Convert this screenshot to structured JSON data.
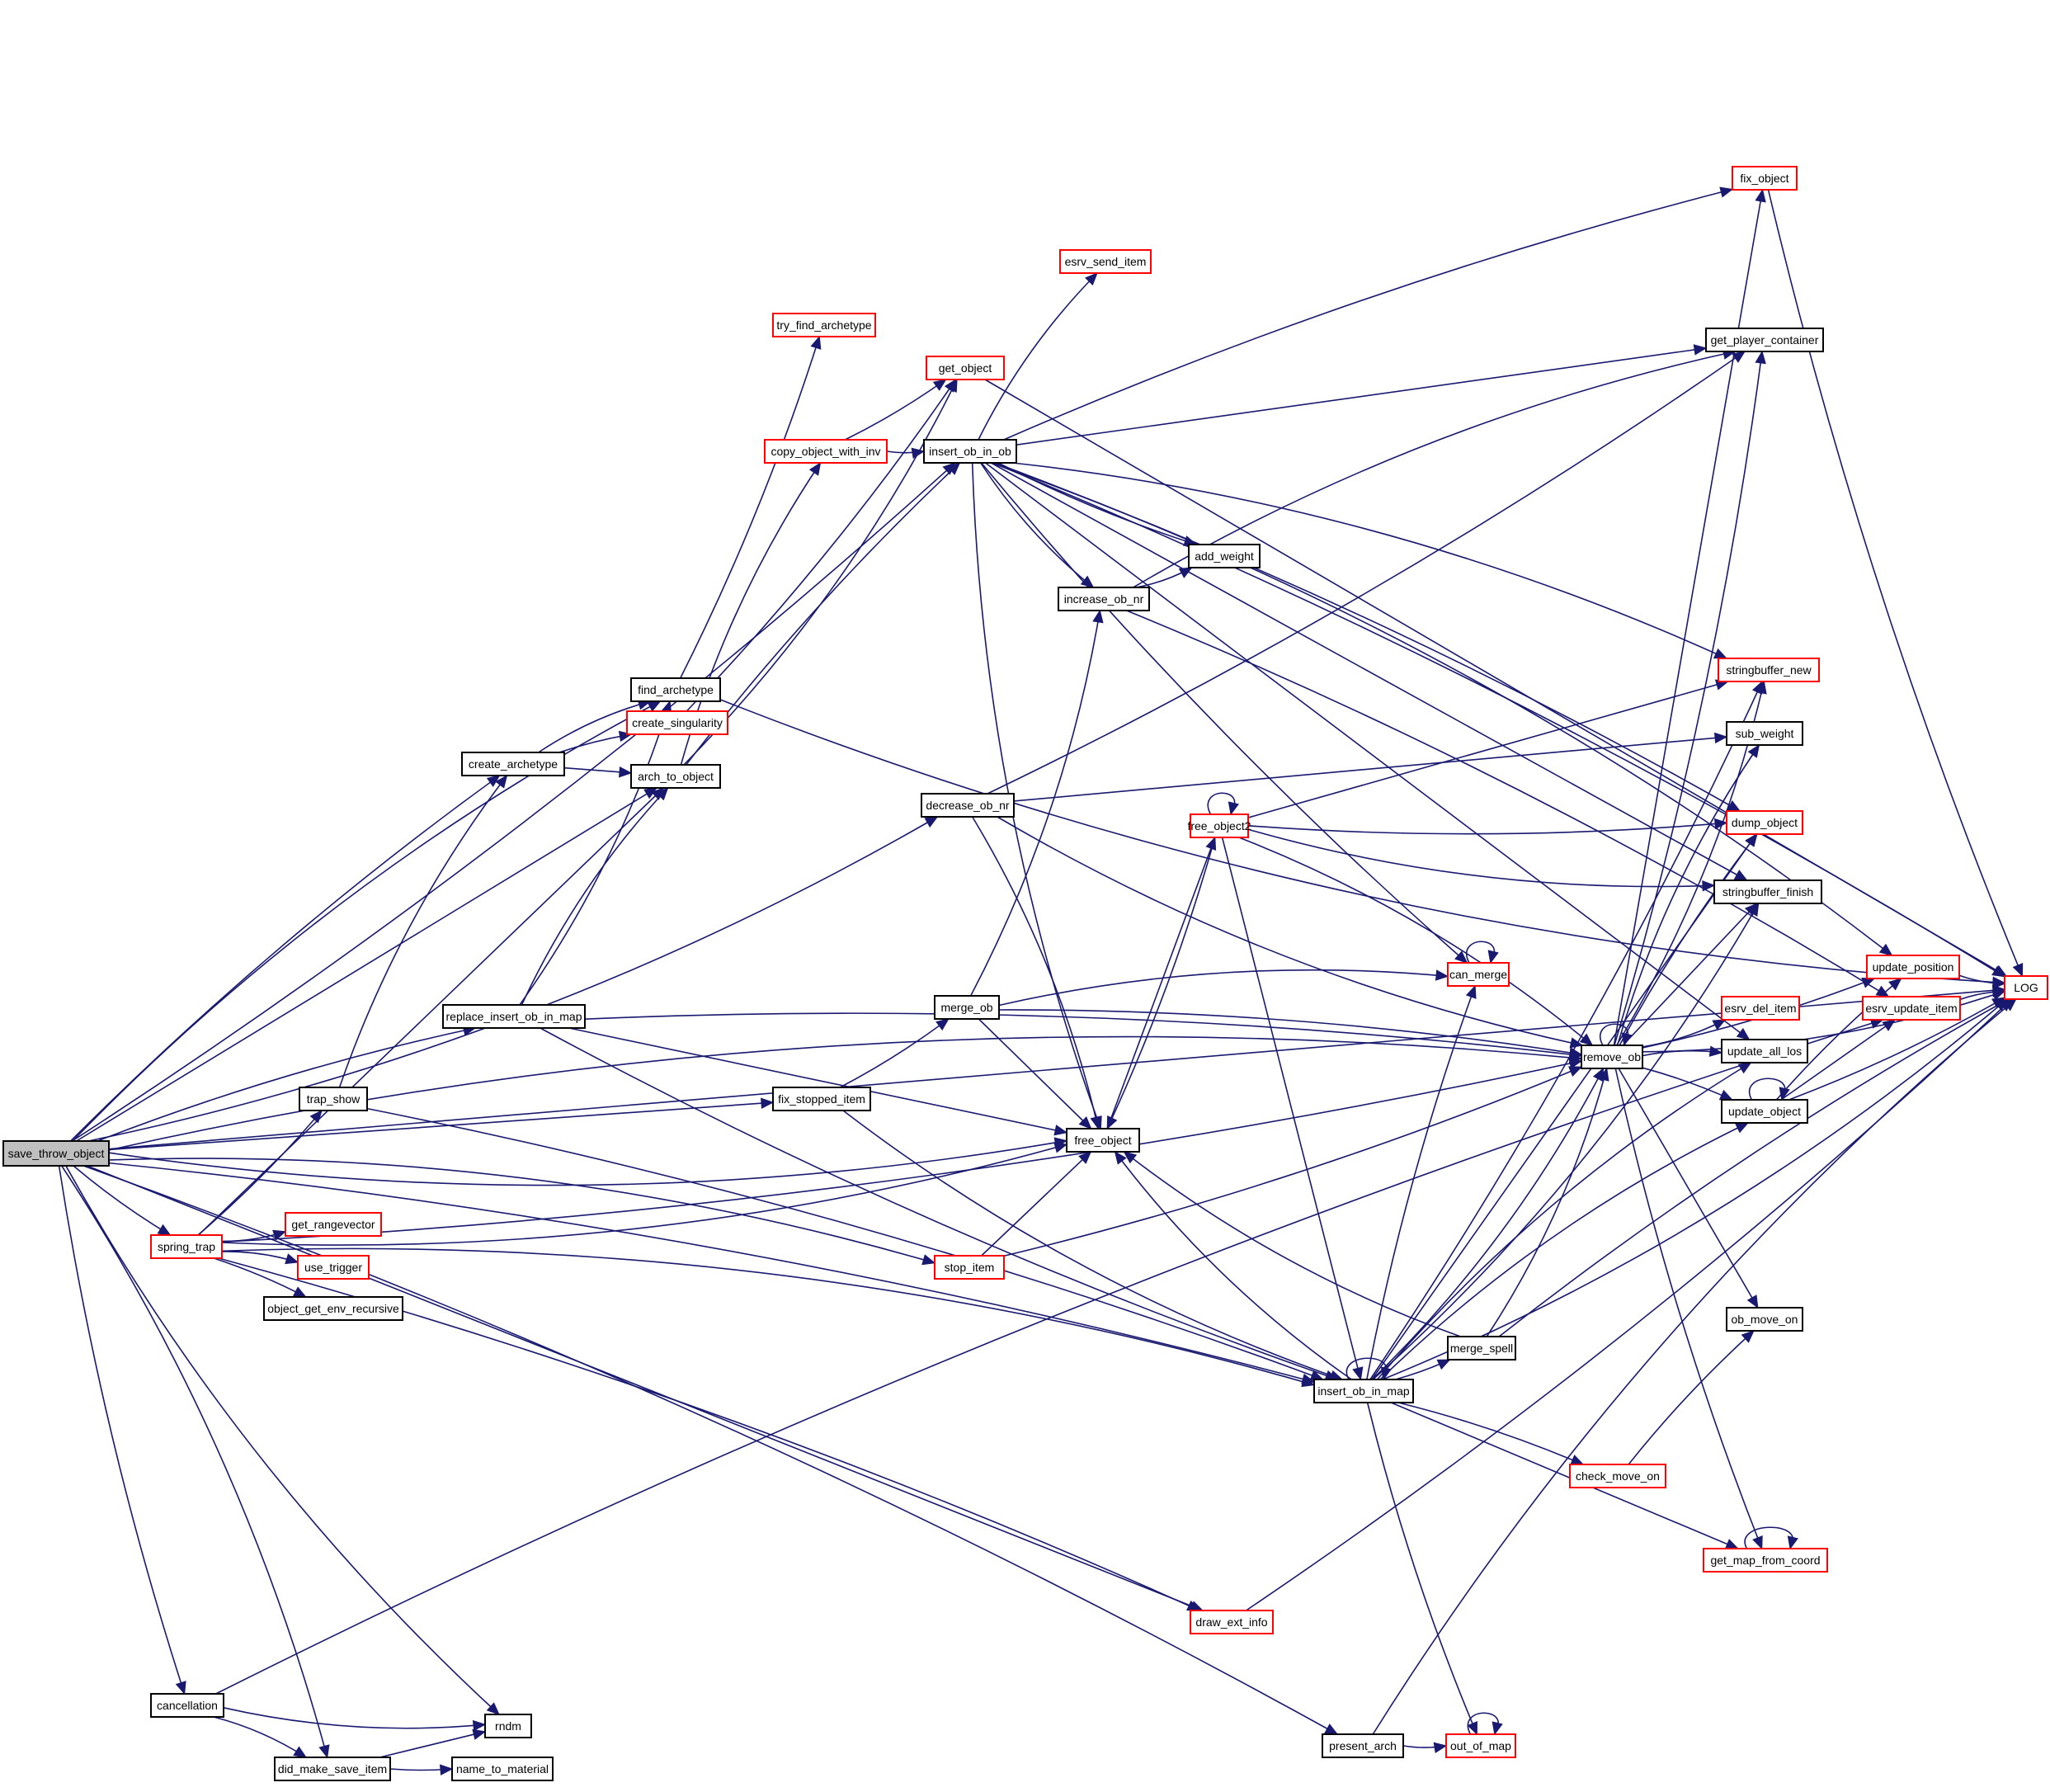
{
  "title": "save_throw_object call graph",
  "colors": {
    "edge": "#191970",
    "root_fill": "#bfbfbf",
    "truncated_border": "#ff0000",
    "normal_border": "#000000"
  },
  "nodes": [
    {
      "id": "save_throw_object",
      "label": "save_throw_object",
      "kind": "root"
    },
    {
      "id": "find_archetype",
      "label": "find_archetype",
      "kind": "normal"
    },
    {
      "id": "create_archetype",
      "label": "create_archetype",
      "kind": "normal"
    },
    {
      "id": "create_singularity",
      "label": "create_singularity",
      "kind": "truncated"
    },
    {
      "id": "arch_to_object",
      "label": "arch_to_object",
      "kind": "normal"
    },
    {
      "id": "try_find_archetype",
      "label": "try_find_archetype",
      "kind": "truncated"
    },
    {
      "id": "get_object",
      "label": "get_object",
      "kind": "truncated"
    },
    {
      "id": "copy_object_with_inv",
      "label": "copy_object_with_inv",
      "kind": "truncated"
    },
    {
      "id": "insert_ob_in_ob",
      "label": "insert_ob_in_ob",
      "kind": "normal"
    },
    {
      "id": "esrv_send_item",
      "label": "esrv_send_item",
      "kind": "truncated"
    },
    {
      "id": "fix_object",
      "label": "fix_object",
      "kind": "truncated"
    },
    {
      "id": "get_player_container",
      "label": "get_player_container",
      "kind": "normal"
    },
    {
      "id": "add_weight",
      "label": "add_weight",
      "kind": "normal"
    },
    {
      "id": "increase_ob_nr",
      "label": "increase_ob_nr",
      "kind": "normal"
    },
    {
      "id": "stringbuffer_new",
      "label": "stringbuffer_new",
      "kind": "truncated"
    },
    {
      "id": "sub_weight",
      "label": "sub_weight",
      "kind": "normal"
    },
    {
      "id": "dump_object",
      "label": "dump_object",
      "kind": "truncated"
    },
    {
      "id": "stringbuffer_finish",
      "label": "stringbuffer_finish",
      "kind": "normal"
    },
    {
      "id": "decrease_ob_nr",
      "label": "decrease_ob_nr",
      "kind": "normal"
    },
    {
      "id": "free_object2",
      "label": "free_object2",
      "kind": "truncated"
    },
    {
      "id": "can_merge",
      "label": "can_merge",
      "kind": "truncated"
    },
    {
      "id": "update_position",
      "label": "update_position",
      "kind": "truncated"
    },
    {
      "id": "LOG",
      "label": "LOG",
      "kind": "truncated"
    },
    {
      "id": "esrv_update_item",
      "label": "esrv_update_item",
      "kind": "truncated"
    },
    {
      "id": "esrv_del_item",
      "label": "esrv_del_item",
      "kind": "truncated"
    },
    {
      "id": "remove_ob",
      "label": "remove_ob",
      "kind": "normal"
    },
    {
      "id": "update_all_los",
      "label": "update_all_los",
      "kind": "normal"
    },
    {
      "id": "update_object",
      "label": "update_object",
      "kind": "normal"
    },
    {
      "id": "replace_insert_ob_in_map",
      "label": "replace_insert_ob_in_map",
      "kind": "normal"
    },
    {
      "id": "merge_ob",
      "label": "merge_ob",
      "kind": "normal"
    },
    {
      "id": "fix_stopped_item",
      "label": "fix_stopped_item",
      "kind": "normal"
    },
    {
      "id": "trap_show",
      "label": "trap_show",
      "kind": "normal"
    },
    {
      "id": "free_object",
      "label": "free_object",
      "kind": "normal"
    },
    {
      "id": "spring_trap",
      "label": "spring_trap",
      "kind": "truncated"
    },
    {
      "id": "get_rangevector",
      "label": "get_rangevector",
      "kind": "truncated"
    },
    {
      "id": "use_trigger",
      "label": "use_trigger",
      "kind": "truncated"
    },
    {
      "id": "object_get_env_recursive",
      "label": "object_get_env_recursive",
      "kind": "normal"
    },
    {
      "id": "stop_item",
      "label": "stop_item",
      "kind": "truncated"
    },
    {
      "id": "ob_move_on",
      "label": "ob_move_on",
      "kind": "normal"
    },
    {
      "id": "merge_spell",
      "label": "merge_spell",
      "kind": "normal"
    },
    {
      "id": "insert_ob_in_map",
      "label": "insert_ob_in_map",
      "kind": "normal"
    },
    {
      "id": "check_move_on",
      "label": "check_move_on",
      "kind": "truncated"
    },
    {
      "id": "get_map_from_coord",
      "label": "get_map_from_coord",
      "kind": "truncated"
    },
    {
      "id": "draw_ext_info",
      "label": "draw_ext_info",
      "kind": "truncated"
    },
    {
      "id": "cancellation",
      "label": "cancellation",
      "kind": "normal"
    },
    {
      "id": "rndm",
      "label": "rndm",
      "kind": "normal"
    },
    {
      "id": "did_make_save_item",
      "label": "did_make_save_item",
      "kind": "normal"
    },
    {
      "id": "name_to_material",
      "label": "name_to_material",
      "kind": "normal"
    },
    {
      "id": "present_arch",
      "label": "present_arch",
      "kind": "normal"
    },
    {
      "id": "out_of_map",
      "label": "out_of_map",
      "kind": "truncated"
    }
  ],
  "edges": [
    [
      "save_throw_object",
      "find_archetype"
    ],
    [
      "save_throw_object",
      "create_archetype"
    ],
    [
      "save_throw_object",
      "arch_to_object"
    ],
    [
      "save_throw_object",
      "insert_ob_in_ob"
    ],
    [
      "save_throw_object",
      "decrease_ob_nr"
    ],
    [
      "save_throw_object",
      "remove_ob"
    ],
    [
      "save_throw_object",
      "replace_insert_ob_in_map"
    ],
    [
      "save_throw_object",
      "fix_stopped_item"
    ],
    [
      "save_throw_object",
      "spring_trap"
    ],
    [
      "save_throw_object",
      "free_object"
    ],
    [
      "save_throw_object",
      "stop_item"
    ],
    [
      "save_throw_object",
      "insert_ob_in_map"
    ],
    [
      "save_throw_object",
      "draw_ext_info"
    ],
    [
      "save_throw_object",
      "cancellation"
    ],
    [
      "save_throw_object",
      "rndm"
    ],
    [
      "save_throw_object",
      "did_make_save_item"
    ],
    [
      "save_throw_object",
      "present_arch"
    ],
    [
      "save_throw_object",
      "LOG"
    ],
    [
      "find_archetype",
      "try_find_archetype"
    ],
    [
      "find_archetype",
      "LOG"
    ],
    [
      "create_archetype",
      "find_archetype"
    ],
    [
      "create_archetype",
      "create_singularity"
    ],
    [
      "create_archetype",
      "arch_to_object"
    ],
    [
      "create_singularity",
      "get_object"
    ],
    [
      "arch_to_object",
      "get_object"
    ],
    [
      "arch_to_object",
      "copy_object_with_inv"
    ],
    [
      "arch_to_object",
      "insert_ob_in_ob"
    ],
    [
      "get_object",
      "LOG"
    ],
    [
      "copy_object_with_inv",
      "get_object"
    ],
    [
      "copy_object_with_inv",
      "insert_ob_in_ob"
    ],
    [
      "insert_ob_in_ob",
      "esrv_send_item"
    ],
    [
      "insert_ob_in_ob",
      "fix_object"
    ],
    [
      "insert_ob_in_ob",
      "get_player_container"
    ],
    [
      "insert_ob_in_ob",
      "add_weight"
    ],
    [
      "insert_ob_in_ob",
      "increase_ob_nr"
    ],
    [
      "insert_ob_in_ob",
      "stringbuffer_new"
    ],
    [
      "insert_ob_in_ob",
      "dump_object"
    ],
    [
      "insert_ob_in_ob",
      "stringbuffer_finish"
    ],
    [
      "insert_ob_in_ob",
      "can_merge"
    ],
    [
      "insert_ob_in_ob",
      "free_object"
    ],
    [
      "insert_ob_in_ob",
      "update_position"
    ],
    [
      "insert_ob_in_ob",
      "LOG"
    ],
    [
      "insert_ob_in_ob",
      "update_all_los"
    ],
    [
      "fix_object",
      "LOG"
    ],
    [
      "increase_ob_nr",
      "add_weight"
    ],
    [
      "increase_ob_nr",
      "get_player_container"
    ],
    [
      "increase_ob_nr",
      "esrv_update_item"
    ],
    [
      "decrease_ob_nr",
      "sub_weight"
    ],
    [
      "decrease_ob_nr",
      "get_player_container"
    ],
    [
      "decrease_ob_nr",
      "remove_ob"
    ],
    [
      "decrease_ob_nr",
      "free_object"
    ],
    [
      "free_object2",
      "free_object2"
    ],
    [
      "free_object2",
      "stringbuffer_new"
    ],
    [
      "free_object2",
      "dump_object"
    ],
    [
      "free_object2",
      "stringbuffer_finish"
    ],
    [
      "free_object2",
      "remove_ob"
    ],
    [
      "free_object2",
      "free_object"
    ],
    [
      "free_object2",
      "insert_ob_in_map"
    ],
    [
      "can_merge",
      "can_merge"
    ],
    [
      "update_position",
      "LOG"
    ],
    [
      "esrv_update_item",
      "LOG"
    ],
    [
      "remove_ob",
      "remove_ob"
    ],
    [
      "remove_ob",
      "fix_object"
    ],
    [
      "remove_ob",
      "get_player_container"
    ],
    [
      "remove_ob",
      "stringbuffer_new"
    ],
    [
      "remove_ob",
      "sub_weight"
    ],
    [
      "remove_ob",
      "dump_object"
    ],
    [
      "remove_ob",
      "stringbuffer_finish"
    ],
    [
      "remove_ob",
      "update_position"
    ],
    [
      "remove_ob",
      "esrv_del_item"
    ],
    [
      "remove_ob",
      "update_all_los"
    ],
    [
      "remove_ob",
      "update_object"
    ],
    [
      "remove_ob",
      "ob_move_on"
    ],
    [
      "remove_ob",
      "get_map_from_coord"
    ],
    [
      "remove_ob",
      "LOG"
    ],
    [
      "update_object",
      "update_object"
    ],
    [
      "update_object",
      "update_position"
    ],
    [
      "update_object",
      "esrv_update_item"
    ],
    [
      "update_object",
      "LOG"
    ],
    [
      "replace_insert_ob_in_map",
      "find_archetype"
    ],
    [
      "replace_insert_ob_in_map",
      "arch_to_object"
    ],
    [
      "replace_insert_ob_in_map",
      "remove_ob"
    ],
    [
      "replace_insert_ob_in_map",
      "free_object"
    ],
    [
      "replace_insert_ob_in_map",
      "insert_ob_in_map"
    ],
    [
      "merge_ob",
      "increase_ob_nr"
    ],
    [
      "merge_ob",
      "can_merge"
    ],
    [
      "merge_ob",
      "remove_ob"
    ],
    [
      "merge_ob",
      "free_object"
    ],
    [
      "fix_stopped_item",
      "merge_ob"
    ],
    [
      "fix_stopped_item",
      "insert_ob_in_map"
    ],
    [
      "trap_show",
      "create_archetype"
    ],
    [
      "trap_show",
      "insert_ob_in_map"
    ],
    [
      "free_object",
      "free_object2"
    ],
    [
      "spring_trap",
      "trap_show"
    ],
    [
      "spring_trap",
      "get_rangevector"
    ],
    [
      "spring_trap",
      "use_trigger"
    ],
    [
      "spring_trap",
      "object_get_env_recursive"
    ],
    [
      "spring_trap",
      "arch_to_object"
    ],
    [
      "spring_trap",
      "remove_ob"
    ],
    [
      "spring_trap",
      "free_object"
    ],
    [
      "spring_trap",
      "insert_ob_in_map"
    ],
    [
      "spring_trap",
      "draw_ext_info"
    ],
    [
      "stop_item",
      "free_object"
    ],
    [
      "stop_item",
      "remove_ob"
    ],
    [
      "merge_spell",
      "remove_ob"
    ],
    [
      "merge_spell",
      "free_object"
    ],
    [
      "merge_spell",
      "LOG"
    ],
    [
      "insert_ob_in_map",
      "insert_ob_in_map"
    ],
    [
      "insert_ob_in_map",
      "merge_spell"
    ],
    [
      "insert_ob_in_map",
      "remove_ob"
    ],
    [
      "insert_ob_in_map",
      "free_object"
    ],
    [
      "insert_ob_in_map",
      "can_merge"
    ],
    [
      "insert_ob_in_map",
      "dump_object"
    ],
    [
      "insert_ob_in_map",
      "stringbuffer_new"
    ],
    [
      "insert_ob_in_map",
      "stringbuffer_finish"
    ],
    [
      "insert_ob_in_map",
      "update_object"
    ],
    [
      "insert_ob_in_map",
      "check_move_on"
    ],
    [
      "insert_ob_in_map",
      "get_map_from_coord"
    ],
    [
      "insert_ob_in_map",
      "out_of_map"
    ],
    [
      "insert_ob_in_map",
      "LOG"
    ],
    [
      "insert_ob_in_map",
      "update_all_los"
    ],
    [
      "check_move_on",
      "ob_move_on"
    ],
    [
      "get_map_from_coord",
      "get_map_from_coord"
    ],
    [
      "draw_ext_info",
      "LOG"
    ],
    [
      "cancellation",
      "rndm"
    ],
    [
      "cancellation",
      "did_make_save_item"
    ],
    [
      "cancellation",
      "esrv_update_item"
    ],
    [
      "did_make_save_item",
      "rndm"
    ],
    [
      "did_make_save_item",
      "name_to_material"
    ],
    [
      "present_arch",
      "out_of_map"
    ],
    [
      "present_arch",
      "LOG"
    ],
    [
      "out_of_map",
      "out_of_map"
    ]
  ]
}
